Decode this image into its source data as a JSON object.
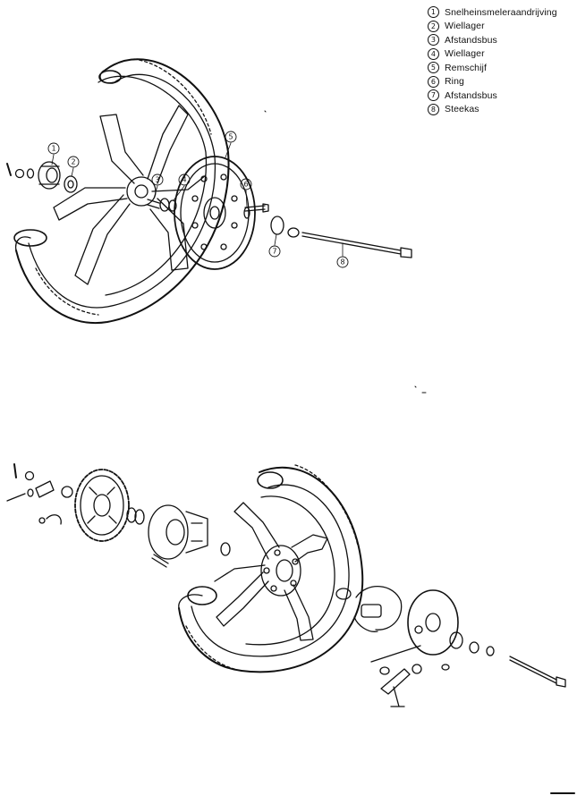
{
  "legend": {
    "items": [
      {
        "number": "1",
        "label": "Snelheinsmeleraandrijving"
      },
      {
        "number": "2",
        "label": "Wiellager"
      },
      {
        "number": "3",
        "label": "Afstandsbus"
      },
      {
        "number": "4",
        "label": "Wiellager"
      },
      {
        "number": "5",
        "label": "Remschijf"
      },
      {
        "number": "6",
        "label": "Ring"
      },
      {
        "number": "7",
        "label": "Afstandsbus"
      },
      {
        "number": "8",
        "label": "Steekas"
      }
    ]
  },
  "callouts": [
    "1",
    "2",
    "3",
    "4",
    "5",
    "6",
    "7",
    "8"
  ],
  "colors": {
    "ink": "#111111",
    "paper": "#ffffff"
  }
}
